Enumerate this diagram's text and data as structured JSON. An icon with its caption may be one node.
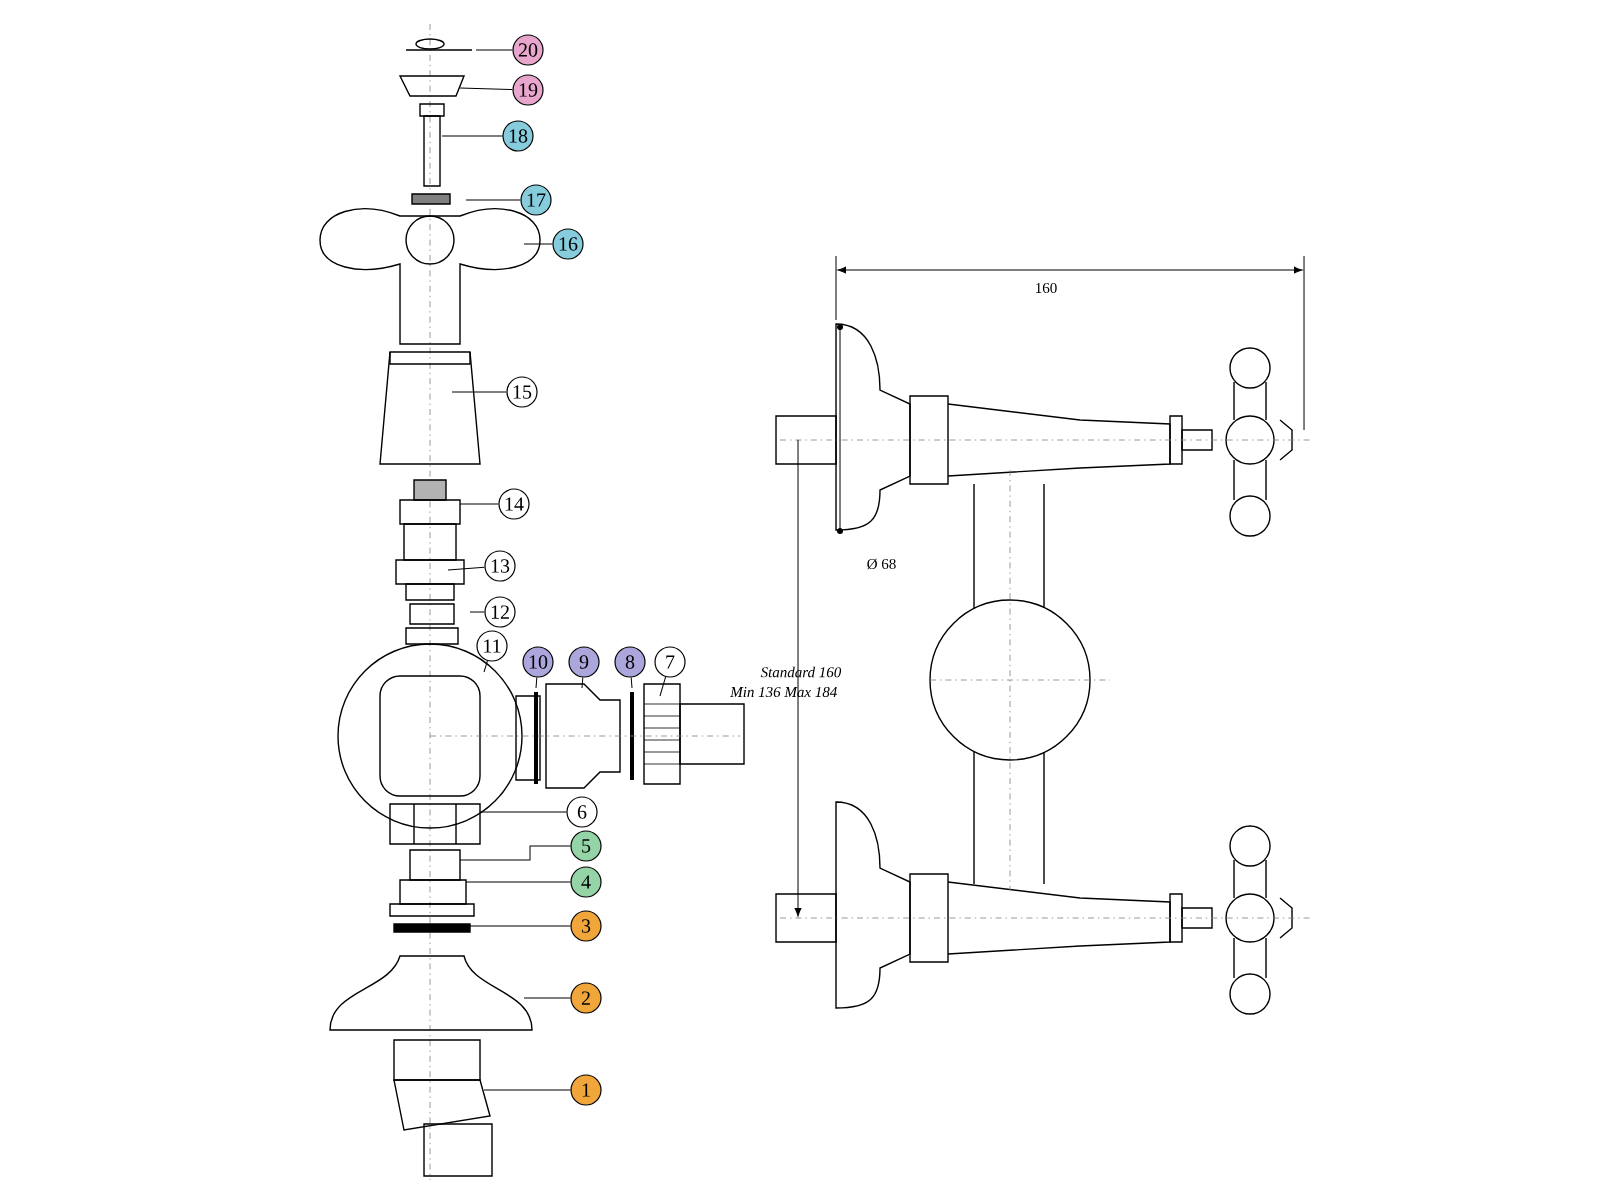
{
  "diagram": {
    "nodes": [
      {
        "text": [
          "20"
        ]
      },
      {
        "text": [
          "19"
        ]
      },
      {
        "text": [
          "18"
        ]
      },
      {
        "text": [
          "17"
        ]
      },
      {
        "text": [
          "16"
        ]
      },
      {
        "text": [
          "15"
        ]
      },
      {
        "text": [
          "14"
        ]
      },
      {
        "text": [
          "13"
        ]
      },
      {
        "text": [
          "12"
        ]
      },
      {
        "text": [
          "11"
        ]
      },
      {
        "text": [
          "10"
        ]
      },
      {
        "text": [
          "9"
        ]
      },
      {
        "text": [
          "8"
        ]
      },
      {
        "text": [
          "7"
        ]
      },
      {
        "text": [
          "6"
        ]
      },
      {
        "text": [
          "5"
        ]
      },
      {
        "text": [
          "4"
        ]
      },
      {
        "text": [
          "3"
        ]
      },
      {
        "text": [
          "2"
        ]
      },
      {
        "text": [
          "1"
        ]
      }
    ],
    "edges": [
      {
        "from": 0,
        "to": null,
        "arrow": "none"
      },
      {
        "from": 1,
        "to": null,
        "arrow": "none"
      },
      {
        "from": 2,
        "to": null,
        "arrow": "none"
      },
      {
        "from": 3,
        "to": null,
        "arrow": "none"
      },
      {
        "from": 4,
        "to": null,
        "arrow": "none"
      },
      {
        "from": 5,
        "to": null,
        "arrow": "none"
      },
      {
        "from": 6,
        "to": null,
        "arrow": "none"
      },
      {
        "from": 7,
        "to": null,
        "arrow": "none"
      },
      {
        "from": 8,
        "to": null,
        "arrow": "none"
      },
      {
        "from": 9,
        "to": null,
        "arrow": "none"
      },
      {
        "from": 10,
        "to": null,
        "arrow": "none"
      },
      {
        "from": 11,
        "to": null,
        "arrow": "none"
      },
      {
        "from": 12,
        "to": null,
        "arrow": "none"
      },
      {
        "from": 13,
        "to": null,
        "arrow": "none"
      },
      {
        "from": 14,
        "to": null,
        "arrow": "none"
      },
      {
        "from": 15,
        "to": null,
        "arrow": "none"
      },
      {
        "from": 16,
        "to": null,
        "arrow": "none"
      },
      {
        "from": 17,
        "to": null,
        "arrow": "none"
      },
      {
        "from": 18,
        "to": null,
        "arrow": "none"
      },
      {
        "from": 19,
        "to": null,
        "arrow": "none"
      }
    ],
    "labels": [
      "160",
      "Ø 68",
      "Standard 160",
      "Min 136 Max 184"
    ]
  }
}
